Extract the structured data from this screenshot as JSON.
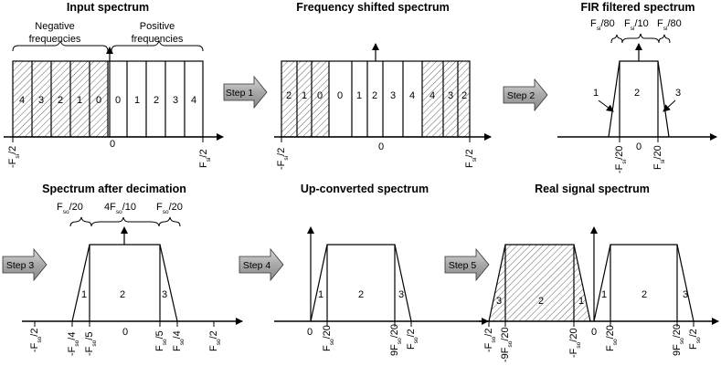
{
  "titles": {
    "p1": "Input spectrum",
    "p2": "Frequency shifted spectrum",
    "p3": "FIR filtered spectrum",
    "p4": "Spectrum after decimation",
    "p5": "Up-converted spectrum",
    "p6": "Real signal spectrum"
  },
  "p1": {
    "neg_label_1": "Negative",
    "neg_label_2": "frequencies",
    "pos_label_1": "Positive",
    "pos_label_2": "frequencies",
    "bins": [
      "4",
      "3",
      "2",
      "1",
      "0",
      "0",
      "1",
      "2",
      "3",
      "4"
    ],
    "x_left_main": "-F",
    "x_left_sub": "si",
    "x_left_tail": "/2",
    "x_mid": "0",
    "x_right_main": "F",
    "x_right_sub": "si",
    "x_right_tail": "/2"
  },
  "p2": {
    "bins": [
      "2",
      "1",
      "0",
      "0",
      "1",
      "2",
      "3",
      "4",
      "4",
      "3",
      "2"
    ],
    "x_left_main": "-F",
    "x_left_sub": "si",
    "x_left_tail": "/2",
    "x_mid": "0",
    "x_right_main": "F",
    "x_right_sub": "si",
    "x_right_tail": "/2"
  },
  "p3": {
    "top_a_main": "F",
    "top_a_sub": "si",
    "top_a_tail": "/80",
    "top_b_main": "F",
    "top_b_sub": "si",
    "top_b_tail": "/10",
    "top_c_main": "F",
    "top_c_sub": "si",
    "top_c_tail": "/80",
    "band_1": "1",
    "band_2": "2",
    "band_3": "3",
    "x_left_main": "-F",
    "x_left_sub": "si",
    "x_left_tail": "/20",
    "x_mid": "0",
    "x_right_main": "F",
    "x_right_sub": "si",
    "x_right_tail": "/20"
  },
  "p4": {
    "top_a_main": "F",
    "top_a_sub": "so",
    "top_a_tail": "/20",
    "top_b_main": "4F",
    "top_b_sub": "so",
    "top_b_tail": "/10",
    "top_c_main": "F",
    "top_c_sub": "so",
    "top_c_tail": "/20",
    "band_1": "1",
    "band_2": "2",
    "band_3": "3",
    "x_labels": [
      {
        "main": "-F",
        "sub": "so",
        "tail": "/2"
      },
      {
        "main": "-F",
        "sub": "so",
        "tail": "/4"
      },
      {
        "main": "-F",
        "sub": "so",
        "tail": "/5"
      },
      {
        "main": "F",
        "sub": "so",
        "tail": "/5"
      },
      {
        "main": "F",
        "sub": "so",
        "tail": "/4"
      },
      {
        "main": "F",
        "sub": "so",
        "tail": "/2"
      }
    ],
    "x_mid": "0"
  },
  "p5": {
    "band_1": "1",
    "band_2": "2",
    "band_3": "3",
    "x_zero": "0",
    "x_labels": [
      {
        "main": "F",
        "sub": "so",
        "tail": "/20"
      },
      {
        "main": "9F",
        "sub": "so",
        "tail": "/20"
      },
      {
        "main": "F",
        "sub": "so",
        "tail": "/2"
      }
    ]
  },
  "p6": {
    "band_1": "1",
    "band_2": "2",
    "band_3": "3",
    "mirror_3": "3",
    "mirror_2": "2",
    "mirror_1": "1",
    "x_zero": "0",
    "x_labels": [
      {
        "main": "-F",
        "sub": "so",
        "tail": "/2"
      },
      {
        "main": "-9F",
        "sub": "so",
        "tail": "/20"
      },
      {
        "main": "-F",
        "sub": "so",
        "tail": "/20"
      },
      {
        "main": "F",
        "sub": "so",
        "tail": "/20"
      },
      {
        "main": "9F",
        "sub": "so",
        "tail": "/20"
      },
      {
        "main": "F",
        "sub": "so",
        "tail": "/2"
      }
    ]
  },
  "steps": [
    "Step 1",
    "Step 2",
    "Step 3",
    "Step 4",
    "Step 5"
  ]
}
